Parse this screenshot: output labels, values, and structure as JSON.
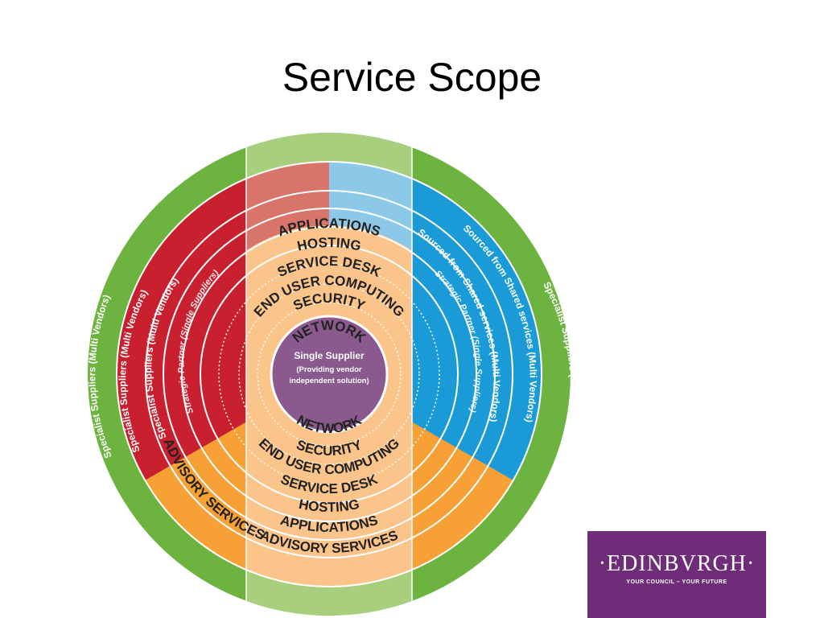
{
  "slide": {
    "title": "Service Scope"
  },
  "diagram": {
    "rings_top": [
      "ADVISORY SERVICES",
      "APPLICATIONS",
      "HOSTING",
      "SERVICE DESK",
      "END USER COMPUTING",
      "SECURITY",
      "NETWORK"
    ],
    "rings_bottom": [
      "ADVISORY SERVICES",
      "APPLICATIONS",
      "HOSTING",
      "SERVICE DESK",
      "END USER COMPUTING",
      "SECURITY",
      "NETWORK"
    ],
    "center": {
      "title": "Single Supplier",
      "line1": "(Providing vendor",
      "line2": "independent solution)"
    },
    "left_labels": [
      "Specialist Suppliers (Multi Vendors)",
      "Specialist Suppliers (Multi Vendors)",
      "Specialist Suppliers (Multi Vendors)",
      "Strategic Partner (Single Suppliers)"
    ],
    "right_labels": [
      "Specialist Suppliers (Multi Vendors)",
      "Sourced from Shared services (Multi Vendors)",
      "Sourced from Shared services (Multi Vendors)",
      "Strategic Partner (Single Suppliers)"
    ],
    "colors": {
      "green": "#6db33f",
      "green_band": "#a8cf7d",
      "red": "#c8202f",
      "red_light": "#d9746a",
      "blue": "#1a9ad6",
      "blue_light": "#8cc8e8",
      "orange": "#f7a035",
      "orange_light": "#fbc48a",
      "purple": "#8a5a8e"
    }
  },
  "logo": {
    "name": "·EDINBVRGH·",
    "tagline": "YOUR COUNCIL – YOUR FUTURE",
    "color": "#6f2d79"
  }
}
